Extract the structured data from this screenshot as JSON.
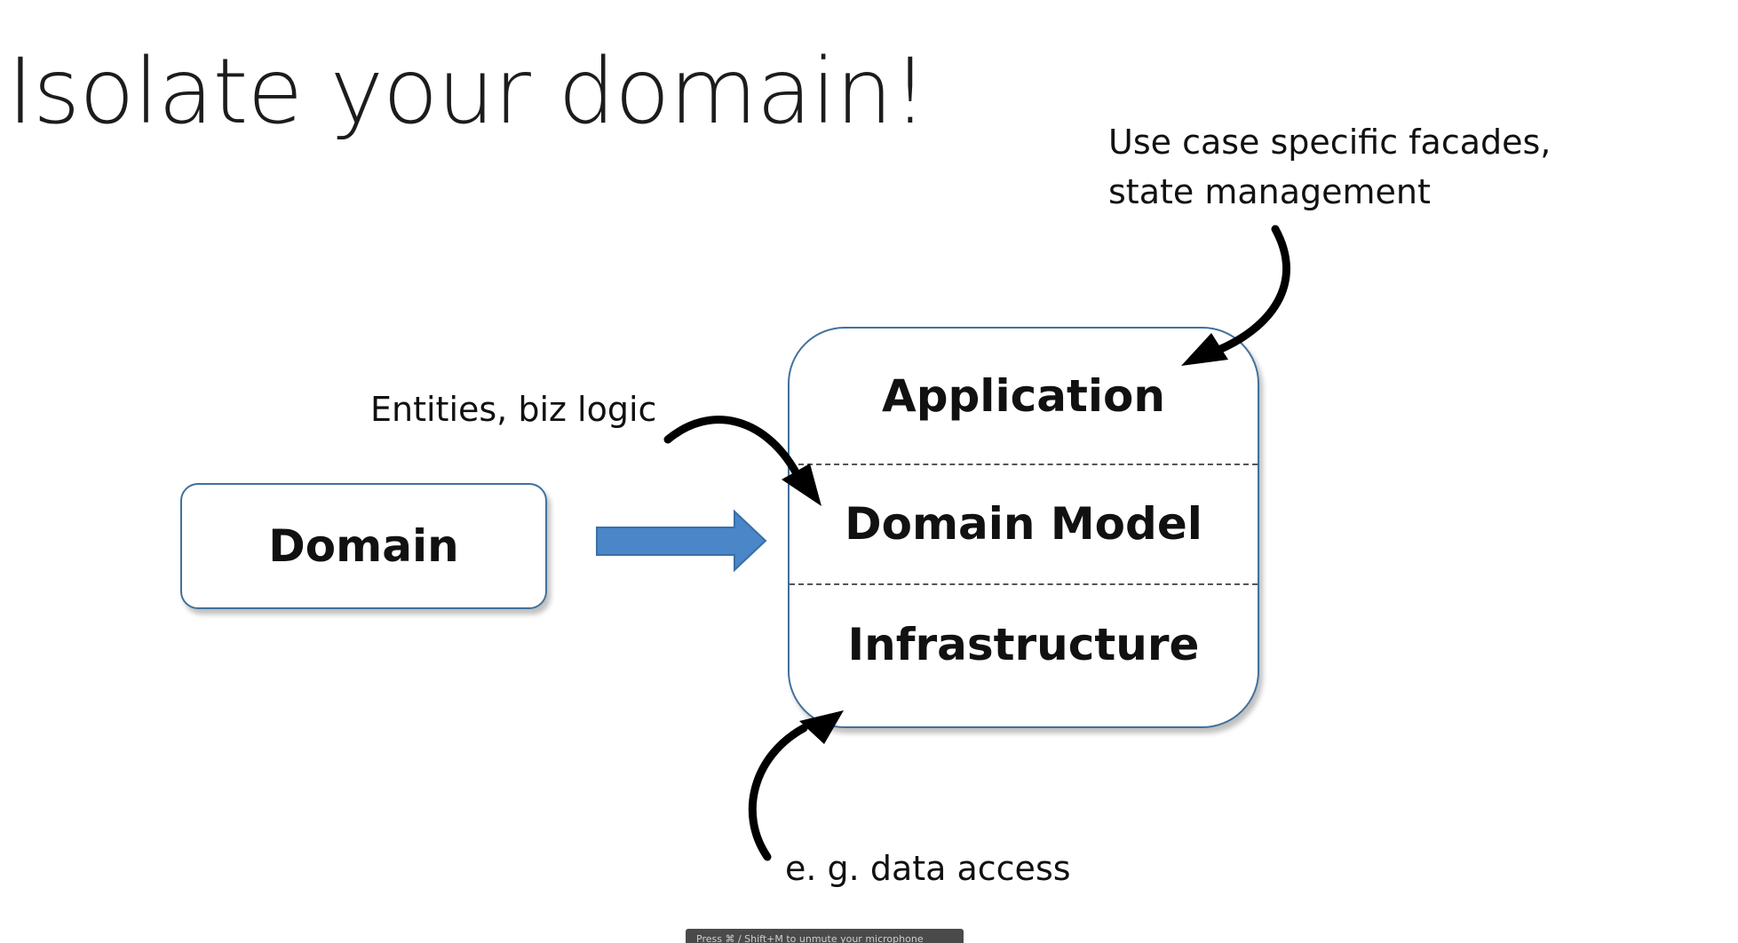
{
  "slide": {
    "title": "Isolate your domain!"
  },
  "callouts": {
    "facades_line1": "Use case specific facades,",
    "facades_line2": "state management",
    "entities": "Entities, biz logic",
    "data_access": "e. g. data access"
  },
  "diagram": {
    "domain_label": "Domain",
    "layers": [
      "Application",
      "Domain Model",
      "Infrastructure"
    ]
  },
  "status_toast": "Press ⌘ / Shift+M to unmute your microphone",
  "colors": {
    "box_border": "#41719c",
    "block_arrow": "#4a86c8",
    "curved_arrows": "#000000"
  }
}
